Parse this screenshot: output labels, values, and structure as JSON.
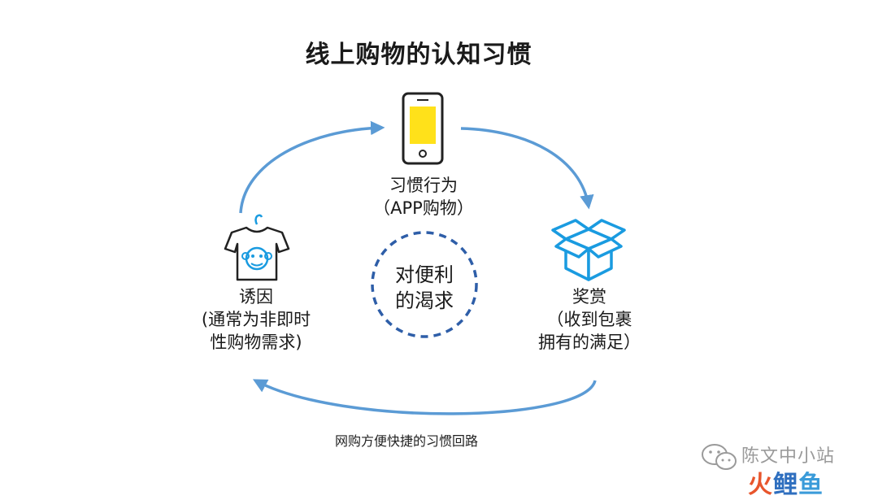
{
  "title": "线上购物的认知习惯",
  "nodes": {
    "habit": {
      "lines": [
        "习惯行为",
        "（APP购物）"
      ]
    },
    "reward": {
      "lines": [
        "奖赏",
        "（收到包裹",
        "拥有的满足）"
      ]
    },
    "trigger": {
      "lines": [
        "诱因",
        "(通常为非即时",
        "性购物需求)"
      ]
    }
  },
  "center": {
    "lines": [
      "对便利",
      "的渴求"
    ]
  },
  "caption": "网购方便快捷的习惯回路",
  "watermark": {
    "top": "陈文中小站",
    "bottom": [
      "火",
      "鲤",
      "鱼"
    ]
  },
  "colors": {
    "arrow": "#5b9bd5",
    "box": "#1a9be0",
    "phone_screen": "#ffe11a",
    "dashed_circle": "#2e5ea8"
  },
  "icons": [
    "phone-icon",
    "box-icon",
    "tshirt-icon",
    "wechat-icon"
  ]
}
